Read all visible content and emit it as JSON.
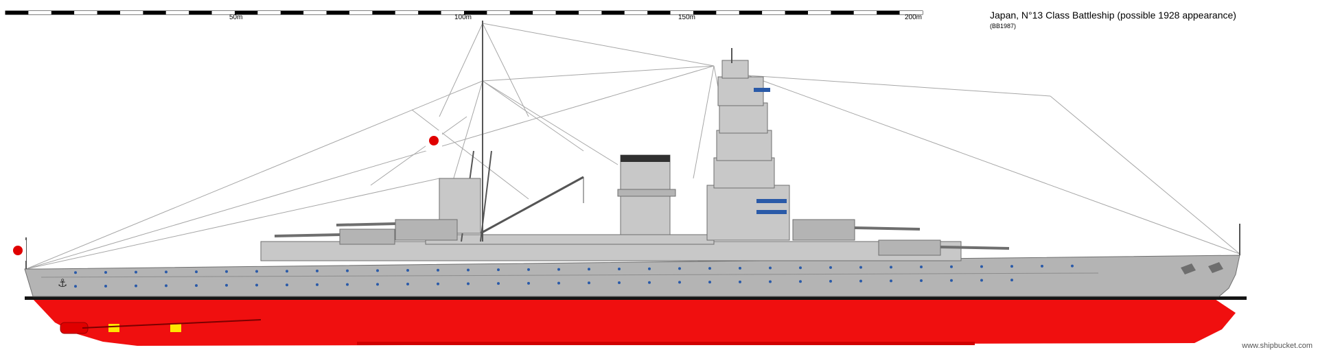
{
  "header": {
    "title": "Japan, N°13 Class Battleship (possible 1928 appearance)",
    "author": "(BB1987)"
  },
  "scale": {
    "labels": [
      "50m",
      "100m",
      "150m",
      "200m"
    ]
  },
  "footer": {
    "credit": "www.shipbucket.com"
  },
  "colors": {
    "hull_grey": "#b4b4b4",
    "superstructure_grey": "#c8c8c8",
    "dark_grey": "#8c8c8c",
    "waterline_black": "#141414",
    "antifouling_red": "#f00f0f",
    "deep_red": "#d00000",
    "window_blue": "#2a5aa8",
    "rigging": "#9a9a9a",
    "figure_yellow": "#ffe600",
    "flag_red": "#e00000"
  }
}
